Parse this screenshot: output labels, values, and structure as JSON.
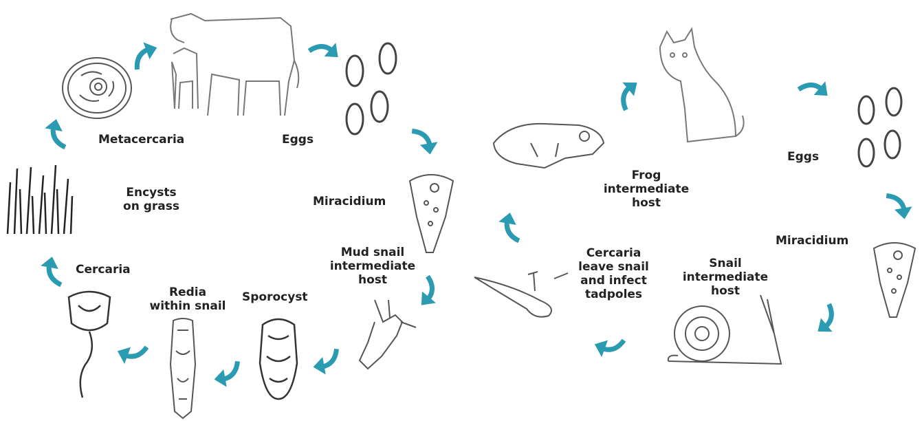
{
  "arrow_color": "#2a9bb0",
  "ink_color": "#555555",
  "left_cycle": {
    "labels": {
      "metacercaria": "Metacercaria",
      "eggs": "Eggs",
      "encysts": "Encysts\non grass",
      "miracidium": "Miracidium",
      "mud_snail": "Mud snail\nintermediate\nhost",
      "cercaria": "Cercaria",
      "redia": "Redia\nwithin snail",
      "sporocyst": "Sporocyst"
    }
  },
  "right_cycle": {
    "labels": {
      "frog": "Frog\nintermediate\nhost",
      "eggs": "Eggs",
      "miracidium": "Miracidium",
      "cercaria_tadpoles": "Cercaria\nleave snail\nand infect\ntadpoles",
      "snail": "Snail\nintermediate\nhost"
    }
  }
}
